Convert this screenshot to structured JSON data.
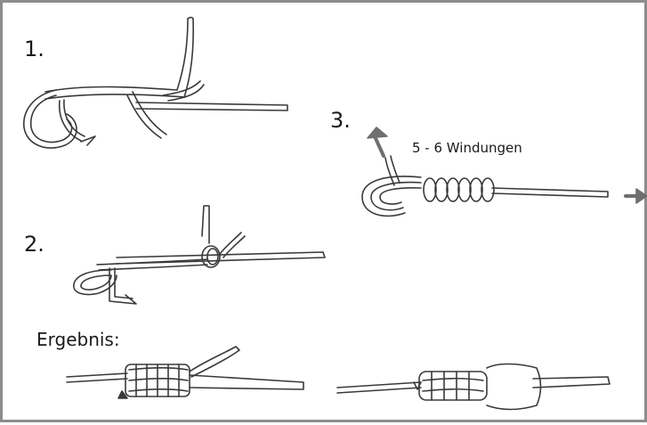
{
  "diagram": {
    "steps": [
      {
        "label": "1."
      },
      {
        "label": "2."
      },
      {
        "label": "3.",
        "note": "5 - 6 Windungen"
      }
    ],
    "result_label": "Ergebnis:",
    "colors": {
      "line": "#3a3a3a",
      "arrow": "#6f6f6f",
      "border": "#8c8c8c"
    }
  }
}
